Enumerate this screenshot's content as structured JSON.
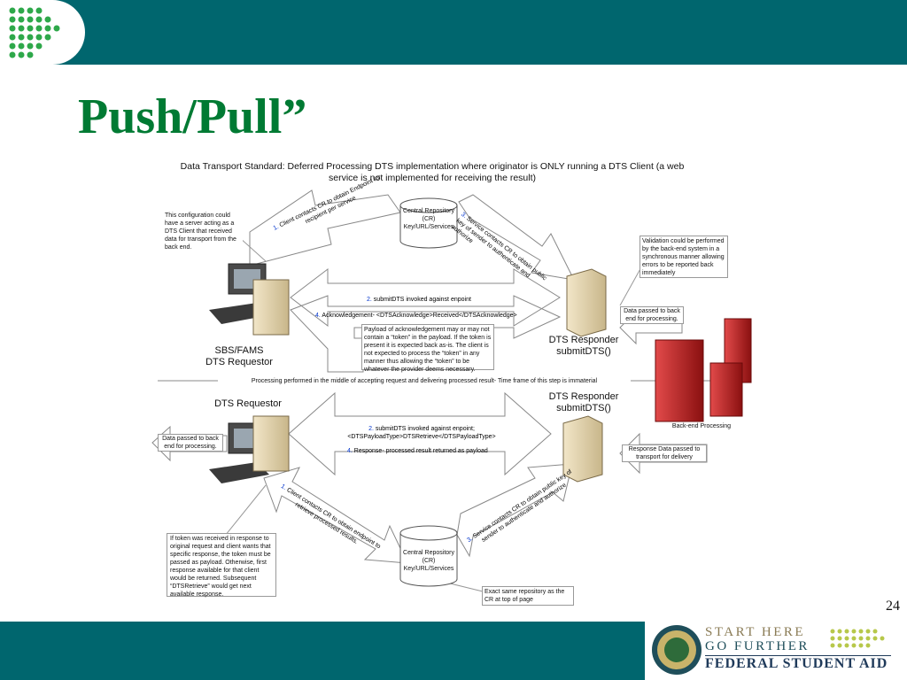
{
  "slide": {
    "title": "Push/Pull”",
    "page_number": "24",
    "headline": "Data Transport Standard:  Deferred Processing DTS implementation where originator is ONLY running a DTS Client (a web service is not implemented for receiving the result)"
  },
  "footer": {
    "line1": "START HERE",
    "line2": "GO FURTHER",
    "line3": "FEDERAL STUDENT AID"
  },
  "nodes": {
    "cr_top": "Central Repository (CR) Key/URL/Services",
    "cr_bottom": "Central Repository (CR) Key/URL/Services",
    "requestor_top": "SBS/FAMS DTS Requestor",
    "requestor_top_l1": "SBS/FAMS",
    "requestor_top_l2": "DTS Requestor",
    "requestor_bottom": "DTS Requestor",
    "responder_top_l1": "DTS Responder",
    "responder_top_l2": "submitDTS()",
    "responder_bottom_l1": "DTS Responder",
    "responder_bottom_l2": "submitDTS()",
    "backend": "Back-end Processing"
  },
  "notes": {
    "config": "This configuration could have a server acting as a DTS Client that received data for transport from the back end.",
    "validation": "Validation could be performed by the back-end system in a synchronous manner allowing errors to be reported back immediately",
    "data_to_backend": "Data passed to back end for processing.",
    "payload": "Payload of acknowledgement may or may not contain a “token” in the payload.  If the token is present it is expected back as-is.  The client is not expected to process the “token” in any manner thus allowing the “token” to be whatever the provider deems necessary.",
    "middle": "Processing performed in the middle of accepting request and delivering processed result- Time frame of this step is immaterial",
    "data_to_backend_2": "Data passed to back end for processing.",
    "response_data": "Response Data passed to transport for delivery",
    "token_note": "If token was received in response to original request and client wants that specific response, the token must be passed as payload.  Otherwise, first response available for that client would be returned.  Subsequent “DTSRetrieve” would get next available response.",
    "same_repo": "Exact same repository as the CR at top of page"
  },
  "arrows": {
    "a1_num": "1.",
    "a1_text": "Client contacts CR to obtain Endpoint for recipient per service",
    "a3_num": "3.",
    "a3_text": "Service contacts CR to obtain public key of sender to authenticate and authorize",
    "a2_num": "2.",
    "a2_text": "submitDTS invoked against enpoint",
    "a4_num": "4.",
    "a4_text": "Acknowledgement- <DTSAcknowledge>Received</DTSAcknowledge>",
    "b2_num": "2.",
    "b2_text_l1": "submitDTS invoked against enpoint;",
    "b2_text_l2": "<DTSPayloadType>DTSRetrieve</DTSPayloadType>",
    "b4_num": "4.",
    "b4_text": "Response- processed result returned as payload",
    "b1_num": "1.",
    "b1_text": "Client contacts CR to obtain endpoint to retrieve processed results.",
    "b3_num": "3.",
    "b3_text": "Service contacts CR to obtain public key of sender to authenticate and authorize"
  },
  "colors": {
    "band": "#00666e",
    "title_green": "#007a33",
    "logo_green": "#2ea84a",
    "number_blue": "#0033cc",
    "server_red": "#c81e1e"
  }
}
